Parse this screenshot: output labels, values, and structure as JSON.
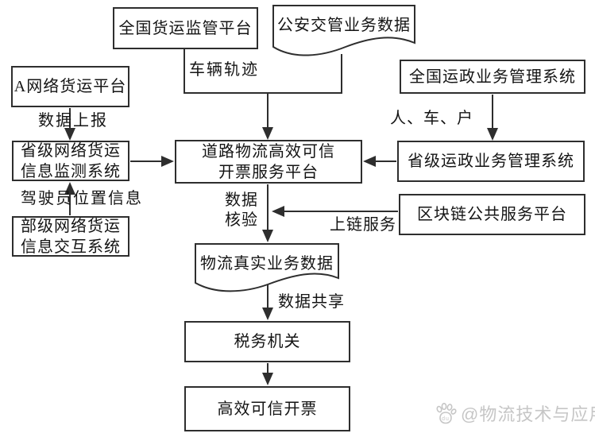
{
  "diagram": {
    "nodes": {
      "national_freight": {
        "label": "全国货运监管平台"
      },
      "police_traffic_doc": {
        "label": "公安交管业务数据"
      },
      "a_network": {
        "label": "A网络货运平台"
      },
      "national_transport": {
        "label": "全国运政业务管理系统"
      },
      "provincial_network": {
        "line1": "省级网络货运",
        "line2": "信息监测系统"
      },
      "invoice_platform": {
        "line1": "道路物流高效可信",
        "line2": "开票服务平台"
      },
      "provincial_transport": {
        "label": "省级运政业务管理系统"
      },
      "ministerial_network": {
        "line1": "部级网络货运",
        "line2": "信息交互系统"
      },
      "blockchain": {
        "label": "区块链公共服务平台"
      },
      "logistics_doc": {
        "label": "物流真实业务数据"
      },
      "tax_authority": {
        "label": "税务机关"
      },
      "invoicing": {
        "label": "高效可信开票"
      }
    },
    "edge_labels": {
      "vehicle_track": "车辆轨迹",
      "data_report": "数据上报",
      "person_vehicle_account": "人、车、户",
      "driver_location": "驾驶员位置信息",
      "data_verify_line1": "数据",
      "data_verify_line2": "核验",
      "chain_service": "上链服务",
      "data_share": "数据共享"
    },
    "colors": {
      "line": "#2e2e2e",
      "text": "#141414",
      "background": "#ffffff",
      "watermark": "#c6c6c6"
    },
    "watermark": {
      "text": "@物流技术与应用"
    }
  }
}
